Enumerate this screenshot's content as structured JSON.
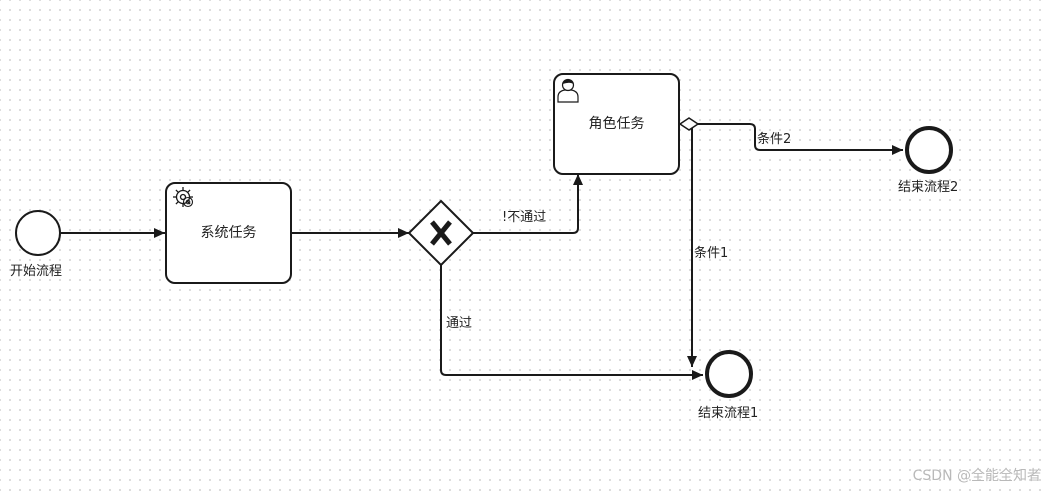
{
  "diagram": {
    "start_event": {
      "label": "开始流程"
    },
    "service_task": {
      "label": "系统任务",
      "icon": "gear-icon"
    },
    "gateway": {
      "icon": "x-marker"
    },
    "user_task": {
      "label": "角色任务",
      "icon": "user-icon"
    },
    "end_event_1": {
      "label": "结束流程1"
    },
    "end_event_2": {
      "label": "结束流程2"
    },
    "flows": {
      "reject": "!不通过",
      "pass": "通过",
      "condition_1": "条件1",
      "condition_2": "条件2"
    },
    "colors": {
      "stroke": "#1a1a1a",
      "text": "#222222",
      "grid_dot": "#d4d4d4",
      "watermark": "#b9b9b9"
    }
  },
  "watermark": "CSDN @全能全知者"
}
